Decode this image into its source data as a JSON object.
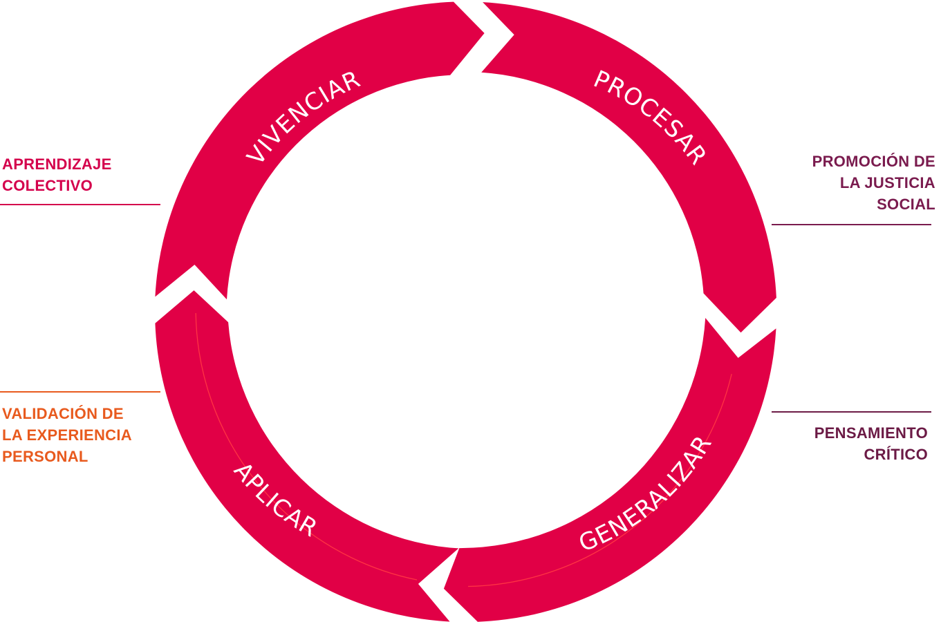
{
  "colors": {
    "segment": "#E10046",
    "label_left_top": "#D4004C",
    "label_left_bottom": "#E85A1E",
    "label_right_top": "#7A1B4E",
    "label_right_bottom": "#6B1A45"
  },
  "segments": {
    "vivenciar": "VIVENCIAR",
    "procesar": "PROCESAR",
    "generalizar": "GENERALIZAR",
    "aplicar": "APLICAR"
  },
  "labels": {
    "left_top": [
      "APRENDIZAJE",
      "COLECTIVO"
    ],
    "left_bottom": [
      "VALIDACIÓN DE",
      "LA EXPERIENCIA",
      "PERSONAL"
    ],
    "right_top": [
      "PROMOCIÓN DE",
      "LA JUSTICIA",
      "SOCIAL"
    ],
    "right_bottom": [
      "PENSAMIENTO",
      "CRÍTICO"
    ]
  }
}
